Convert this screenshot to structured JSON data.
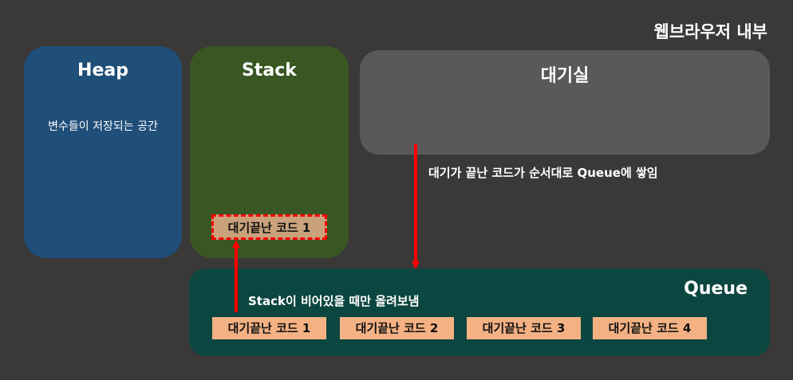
{
  "title": "웹브라우저 내부",
  "heap": {
    "title": "Heap",
    "description": "변수들이 저장되는 공간"
  },
  "stack": {
    "title": "Stack",
    "code": "대기끝난 코드 1"
  },
  "waiting_room": {
    "title": "대기실"
  },
  "queue": {
    "title": "Queue",
    "items": [
      "대기끝난 코드 1",
      "대기끝난 코드 2",
      "대기끝난 코드 3",
      "대기끝난 코드 4"
    ]
  },
  "annotations": {
    "to_queue": "대기가 끝난 코드가 순서대로 Queue에 쌓임",
    "to_stack": "Stack이 비어있을 때만 올려보냄"
  },
  "colors": {
    "background": "#3a3938",
    "heap": "#1f4e79",
    "stack": "#385723",
    "waiting_room": "#595959",
    "queue": "#0c4640",
    "code_box": "#f4b183",
    "arrow": "#ff0000"
  }
}
